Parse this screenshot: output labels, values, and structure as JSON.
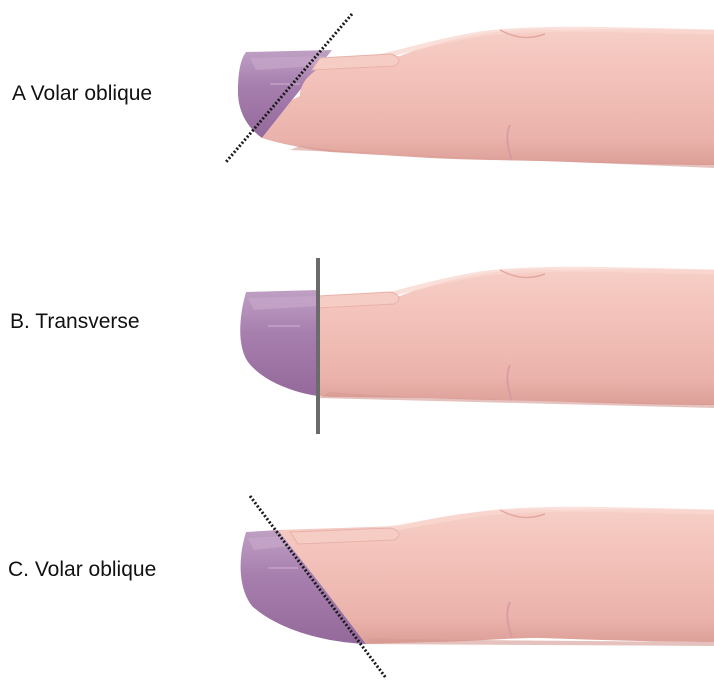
{
  "panels": [
    {
      "label": "A Volar oblique",
      "cut": "volar-oblique-distal-dorsal"
    },
    {
      "label": "B. Transverse",
      "cut": "transverse"
    },
    {
      "label": "C. Volar oblique",
      "cut": "volar-oblique-proximal-dorsal"
    }
  ],
  "colors": {
    "background": "#ffffff",
    "skin": "#f3c2ba",
    "skin_shadow": "#e3a79f",
    "skin_highlight": "#f9d8d1",
    "amputated_tip": "#a77fae",
    "amputated_tip_highlight": "#c6a6c9",
    "cut_line_dark": "#1a1a1a",
    "cut_line_gray": "#6b6b6b",
    "label_text": "#111111"
  }
}
